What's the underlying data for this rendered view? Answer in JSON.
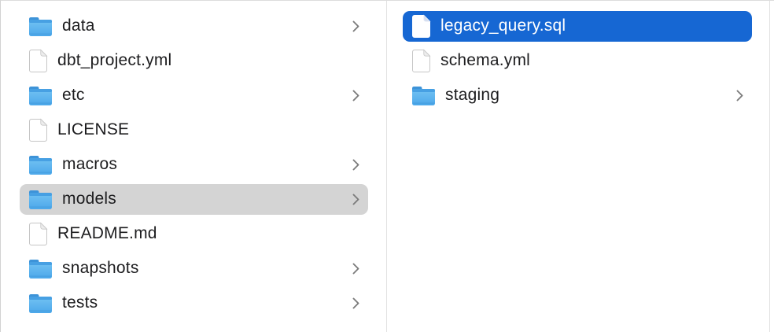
{
  "colors": {
    "selection_blue": "#1667d3",
    "selection_gray": "#d4d4d4",
    "folder_blue": "#58b1ec",
    "column_divider": "#e2e2e2",
    "text": "#1d1d1f",
    "selected_text": "#ffffff",
    "chevron_gray": "#7c7c7c"
  },
  "columns": [
    {
      "name": "left",
      "items": [
        {
          "label": "data",
          "type": "folder",
          "chevron": true,
          "selected": "none"
        },
        {
          "label": "dbt_project.yml",
          "type": "file",
          "chevron": false,
          "selected": "none"
        },
        {
          "label": "etc",
          "type": "folder",
          "chevron": true,
          "selected": "none"
        },
        {
          "label": "LICENSE",
          "type": "file",
          "chevron": false,
          "selected": "none"
        },
        {
          "label": "macros",
          "type": "folder",
          "chevron": true,
          "selected": "none"
        },
        {
          "label": "models",
          "type": "folder",
          "chevron": true,
          "selected": "gray"
        },
        {
          "label": "README.md",
          "type": "file",
          "chevron": false,
          "selected": "none"
        },
        {
          "label": "snapshots",
          "type": "folder",
          "chevron": true,
          "selected": "none"
        },
        {
          "label": "tests",
          "type": "folder",
          "chevron": true,
          "selected": "none"
        }
      ]
    },
    {
      "name": "right",
      "items": [
        {
          "label": "legacy_query.sql",
          "type": "file",
          "chevron": false,
          "selected": "blue"
        },
        {
          "label": "schema.yml",
          "type": "file",
          "chevron": false,
          "selected": "none"
        },
        {
          "label": "staging",
          "type": "folder",
          "chevron": true,
          "selected": "none"
        }
      ]
    }
  ]
}
